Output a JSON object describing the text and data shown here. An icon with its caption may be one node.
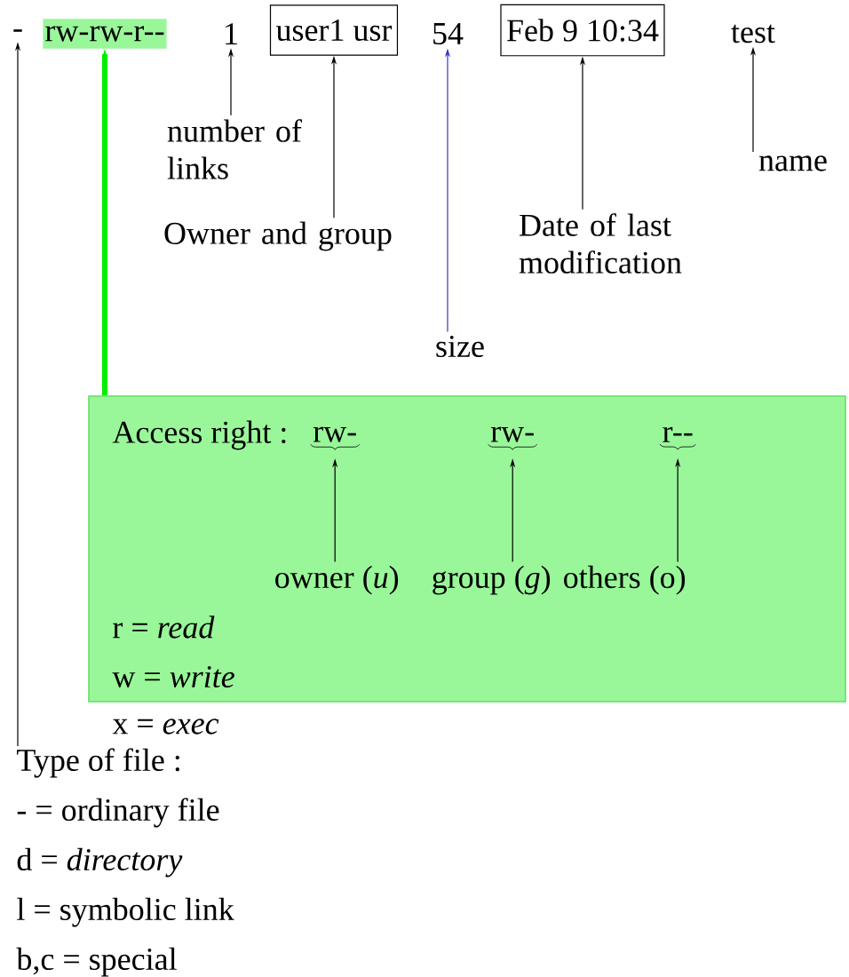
{
  "diagram": {
    "nodes": [
      {
        "text": [
          "-"
        ]
      },
      {
        "text": [
          "rw-rw-r--"
        ]
      },
      {
        "text": [
          "1"
        ]
      },
      {
        "text": [
          "user1 usr"
        ]
      },
      {
        "text": [
          "54"
        ]
      },
      {
        "text": [
          "Feb 9 10:34"
        ]
      },
      {
        "text": [
          "test"
        ]
      },
      {
        "text": [
          "number of links"
        ]
      },
      {
        "text": [
          "name"
        ]
      },
      {
        "text": [
          "Owner and group"
        ]
      },
      {
        "text": [
          "Date of last modification"
        ]
      },
      {
        "text": [
          "size"
        ]
      },
      {
        "text": [
          "Access right :",
          "r = *read*",
          "w = *write*"
        ]
      },
      {
        "text": [
          "rw-"
        ],
        "in": 12
      },
      {
        "text": [
          "rw-"
        ],
        "in": 12
      },
      {
        "text": [
          "r--"
        ],
        "in": 12
      },
      {
        "text": [
          "owner (*u*)"
        ],
        "in": 12
      },
      {
        "text": [
          "group (*g*)"
        ],
        "in": 12
      },
      {
        "text": [
          "others (o)"
        ],
        "in": 12
      },
      {
        "text": [
          "Type of file :",
          "- = ordinary file",
          "d = *directory*",
          "l = symbolic link",
          "b,c = special"
        ]
      }
    ],
    "edges": [
      {
        "from": 7,
        "to": 2,
        "arrow": "to"
      },
      {
        "from": 9,
        "to": 3,
        "arrow": "to"
      },
      {
        "from": 11,
        "to": 4,
        "arrow": "to",
        "color": "#3333cc"
      },
      {
        "from": 10,
        "to": 5,
        "arrow": "to"
      },
      {
        "from": 8,
        "to": 6,
        "arrow": "to"
      },
      {
        "from": 19,
        "to": 0,
        "arrow": "to"
      },
      {
        "from": 12,
        "to": 1,
        "arrow": "to",
        "style": "thick",
        "color": "#00ee00"
      },
      {
        "from": 16,
        "to": 13,
        "arrow": "to"
      },
      {
        "from": 17,
        "to": 14,
        "arrow": "to"
      },
      {
        "from": 18,
        "to": 15,
        "arrow": "to"
      }
    ],
    "labels": [
      "x = *exec*"
    ]
  }
}
